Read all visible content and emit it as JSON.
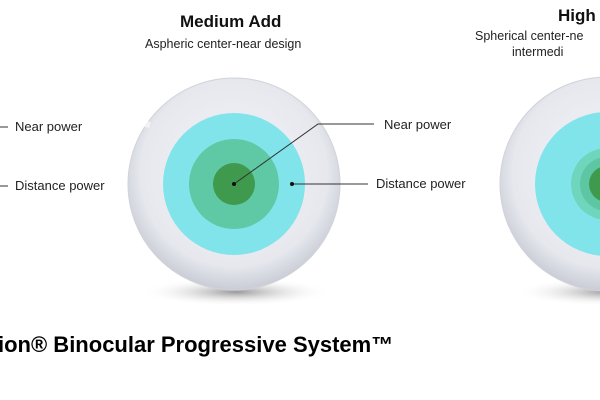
{
  "medium": {
    "title": "Medium Add",
    "subtitle": "Aspheric center-near design",
    "near_label": "Near power",
    "distance_label": "Distance power"
  },
  "high": {
    "title": "High",
    "subtitle_line1": "Spherical center-ne",
    "subtitle_line2": "intermedi"
  },
  "left_labels": {
    "near": "Near power",
    "distance": "Distance power"
  },
  "footer": {
    "text": "ion® Binocular Progressive System™"
  },
  "colors": {
    "cyan": "#7fe6ea",
    "mid_green": "#5cc7a2",
    "dark_green": "#3f9a4e",
    "lens": "#e4e6ec"
  }
}
